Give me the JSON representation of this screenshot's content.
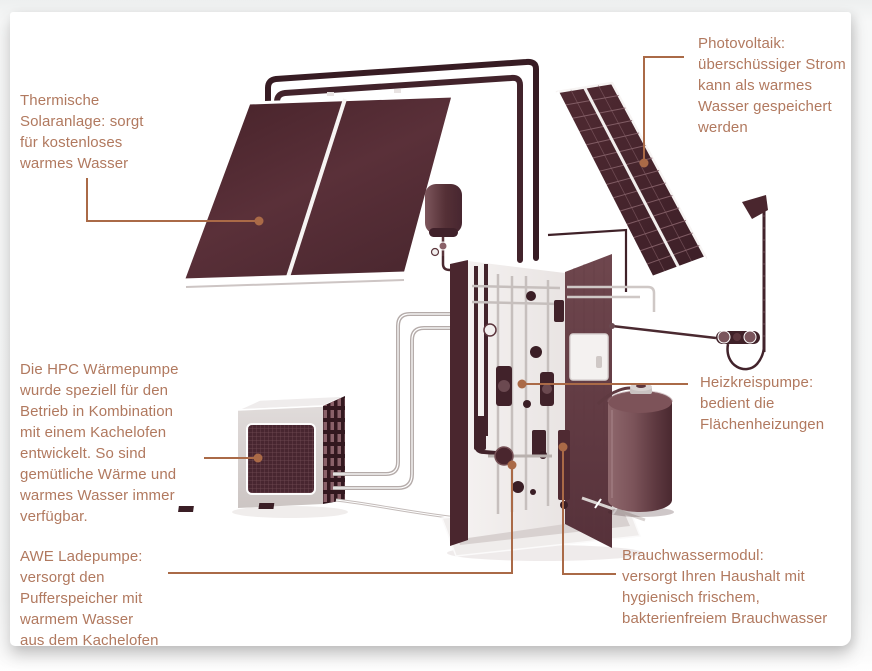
{
  "palette": {
    "label_text": "#b1795f",
    "leader_line": "#aa6a47",
    "illustration_dark_maroon": "#3a1e25",
    "illustration_maroon": "#553038",
    "illustration_light_gray": "#d7d1d0",
    "page_background": "#ffffff"
  },
  "labels": {
    "thermal_solar": "Thermische\nSolaranlage: sorgt\nfür kostenloses\nwarmes Wasser",
    "photovoltaik": "Photovoltaik:\nüberschüssiger Strom\nkann als warmes\nWasser gespeichert\nwerden",
    "hpc_heat_pump": "Die HPC Wärmepumpe\nwurde speziell für den\nBetrieb in Kombination\nmit einem Kachelofen\nentwickelt. So sind\ngemütliche Wärme und\nwarmes Wasser immer\nverfügbar.",
    "heizkreispumpe": "Heizkreispumpe:\nbedient die\nFlächenheizungen",
    "awe_ladepumpe": "AWE Ladepumpe:\nversorgt den\nPufferspeicher mit\nwarmem Wasser\naus dem Kachelofen",
    "brauchwassermodul": "Brauchwassermodul:\nversorgt Ihren Haushalt mit\nhygienisch frischem,\nbakterienfreiem Brauchwasser"
  }
}
